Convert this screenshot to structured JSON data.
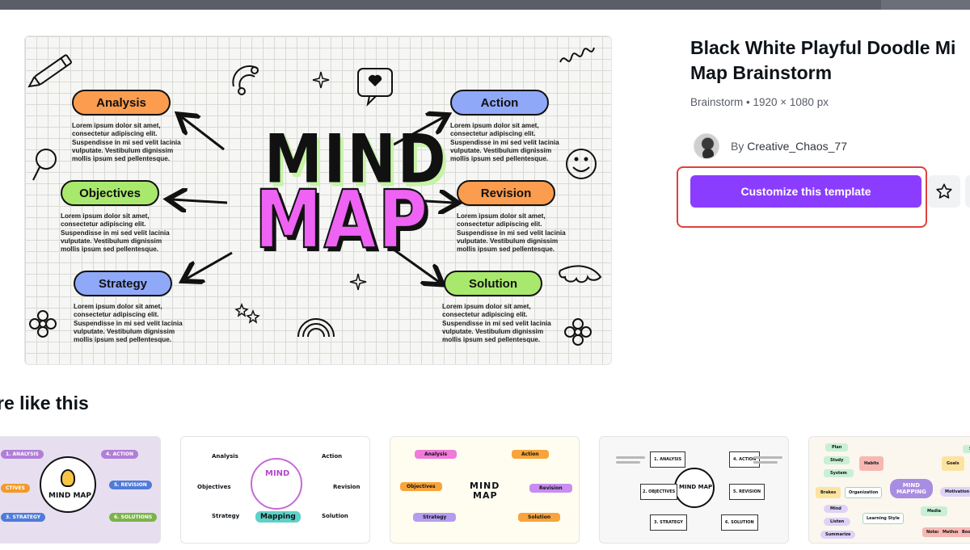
{
  "template": {
    "title_line1": "Black White Playful Doodle Mi",
    "title_line2": "Map Brainstorm",
    "meta": "Brainstorm • 1920 × 1080 px",
    "author_prefix": "By",
    "author_name": "Creative_Chaos_77",
    "cta_label": "Customize this template"
  },
  "preview": {
    "center_word1": "MIND",
    "center_word2": "MAP",
    "lorem": "Lorem ipsum dolor sit amet,\nconsectetur adipiscing elit.\nSuspendisse in mi sed velit lacinia\nvulputate. Vestibulum dignissim\nmollis ipsum sed pellentesque.",
    "nodes": [
      {
        "label": "Analysis",
        "color": "#fb9c4e"
      },
      {
        "label": "Action",
        "color": "#8fa8f8"
      },
      {
        "label": "Objectives",
        "color": "#a8e86c"
      },
      {
        "label": "Revision",
        "color": "#fb9c4e"
      },
      {
        "label": "Strategy",
        "color": "#8fa8f8"
      },
      {
        "label": "Solution",
        "color": "#a8e86c"
      }
    ]
  },
  "more": {
    "heading": "re like this",
    "thumbnails": [
      {
        "center": "MIND MAP",
        "labels": [
          "1. ANALYSIS",
          "4. ACTION",
          "CTIVES",
          "5. REVISION",
          "3. STRATEGY",
          "6. SOLUTIONS"
        ]
      },
      {
        "center": "MIND",
        "center2": "Mapping",
        "labels": [
          "Analysis",
          "Action",
          "Objectives",
          "Revision",
          "Strategy",
          "Solution"
        ]
      },
      {
        "center": "MIND",
        "center2": "MAP",
        "labels": [
          "Analysis",
          "Action",
          "Objectives",
          "Revision",
          "Strategy",
          "Solution"
        ]
      },
      {
        "center": "MIND MAP",
        "labels": [
          "1. ANALYSIS",
          "4. ACTION",
          "2. OBJECTIVES",
          "5. REVISION",
          "3. STRATEGY",
          "6. SOLUTION"
        ]
      },
      {
        "center": "MIND",
        "center2": "MAPPING",
        "labels": [
          "Plan",
          "Study",
          "System",
          "Habits",
          "Goals",
          "Skills",
          "Brakes",
          "Organization",
          "Motivation",
          "Mind",
          "Listen",
          "Learning Style",
          "Media",
          "Summarize",
          "Notes",
          "Method",
          "Books"
        ]
      }
    ]
  },
  "colors": {
    "accent": "#8b3dff",
    "highlight_border": "#e0413a"
  }
}
